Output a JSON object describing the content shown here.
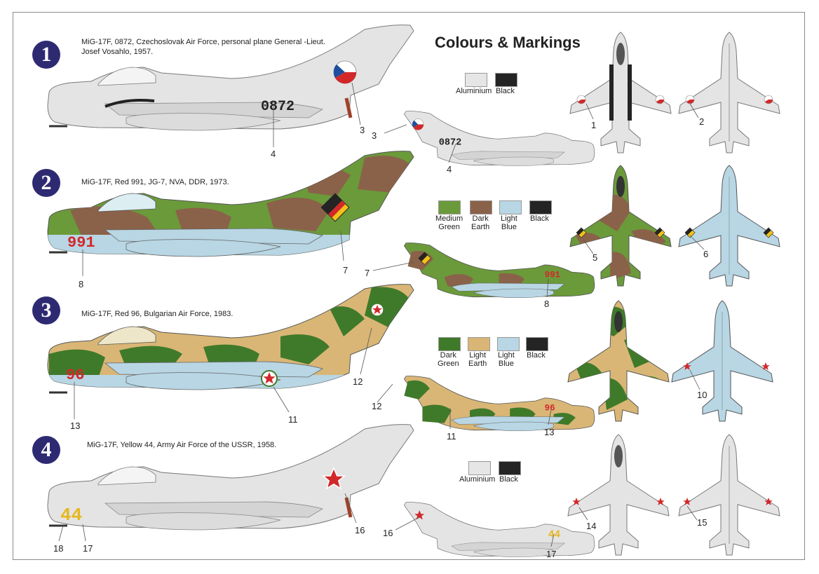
{
  "heading": "Colours & Markings",
  "schemes": [
    {
      "number": "1",
      "title_line1": "MiG-17F, 0872, Czechoslovak Air Force, personal plane General -Lieut.",
      "title_line2": "Josef Vosahlo, 1957.",
      "serial": "0872",
      "serial_color": "#222222",
      "colours": [
        {
          "name": "Aluminium",
          "hex": "#e6e6e6"
        },
        {
          "name": "Black",
          "hex": "#242424"
        }
      ],
      "callouts": [
        "3",
        "4",
        "3",
        "4",
        "1",
        "2"
      ]
    },
    {
      "number": "2",
      "title_line1": "MiG-17F, Red 991, JG-7, NVA, DDR, 1973.",
      "serial": "991",
      "serial_color": "#d2282a",
      "colours": [
        {
          "name_line1": "Medium",
          "name_line2": "Green",
          "hex": "#6b9a3a"
        },
        {
          "name_line1": "Dark",
          "name_line2": "Earth",
          "hex": "#8a6249"
        },
        {
          "name_line1": "Light",
          "name_line2": "Blue",
          "hex": "#b8d6e4"
        },
        {
          "name_line1": "Black",
          "name_line2": "",
          "hex": "#242424"
        }
      ],
      "callouts": [
        "7",
        "8",
        "7",
        "8",
        "5",
        "6"
      ]
    },
    {
      "number": "3",
      "title_line1": "MiG-17F, Red 96, Bulgarian Air Force, 1983.",
      "serial": "96",
      "serial_color": "#d2282a",
      "colours": [
        {
          "name_line1": "Dark",
          "name_line2": "Green",
          "hex": "#3f7a2a"
        },
        {
          "name_line1": "Light",
          "name_line2": "Earth",
          "hex": "#d9b676"
        },
        {
          "name_line1": "Light",
          "name_line2": "Blue",
          "hex": "#b8d6e4"
        },
        {
          "name_line1": "Black",
          "name_line2": "",
          "hex": "#242424"
        }
      ],
      "callouts": [
        "12",
        "11",
        "13",
        "12",
        "11",
        "13",
        "10"
      ]
    },
    {
      "number": "4",
      "title_line1": "MiG-17F, Yellow 44, Army Air Force of the USSR, 1958.",
      "serial": "44",
      "serial_color": "#e6b820",
      "colours": [
        {
          "name": "Aluminium",
          "hex": "#e6e6e6"
        },
        {
          "name": "Black",
          "hex": "#242424"
        }
      ],
      "callouts": [
        "18",
        "17",
        "16",
        "16",
        "17",
        "14",
        "15"
      ]
    }
  ]
}
